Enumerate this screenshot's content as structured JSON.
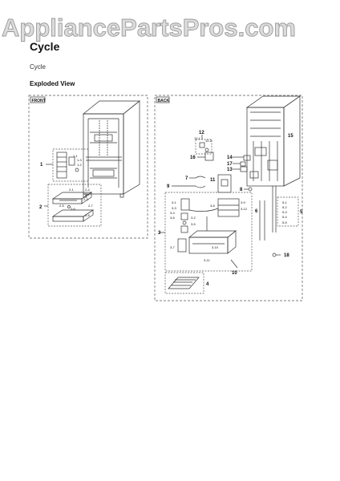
{
  "watermark": {
    "text": "AppliancePartsPros.com"
  },
  "page": {
    "title": "Cycle",
    "subtitle": "Cycle",
    "section_heading": "Exploded View"
  },
  "diagram": {
    "panel_front_label": "FRONT",
    "panel_back_label": "BACK",
    "front_callouts": {
      "c1": "1",
      "c2": "2",
      "c1_1": "1-1",
      "c1_3": "1-3",
      "c1_2": "1-2",
      "c2_1": "2-1",
      "c2_4": "2-4",
      "c2_2": "2-2",
      "c2_3": "2-3",
      "c2_5": "2-5",
      "c2_6": "2-6",
      "c2_7": "2-7",
      "c2_8": "2-8"
    },
    "back_callouts": {
      "c3": "3",
      "c4": "4",
      "c5": "5",
      "c6": "6",
      "c7": "7",
      "c8": "8",
      "c9": "9",
      "c10": "10",
      "c11": "11",
      "c12": "12",
      "c13": "13",
      "c14": "14",
      "c15": "15",
      "c16": "16",
      "c17": "17",
      "c18": "18",
      "c12_1": "12-1",
      "c12_2": "12-2",
      "c3_1": "3-1",
      "c3_3": "3-3",
      "c3_4": "3-4",
      "c3_5": "3-5",
      "c3_6": "3-6",
      "c3_7": "3-7",
      "c3_8": "3-8",
      "c3_9": "3-9",
      "c3_10": "3-10",
      "c3_11": "3-11",
      "c3_2": "3-2",
      "c3_12": "3-12",
      "c5_1": "5-1",
      "c5_2": "5-2",
      "c5_3": "5-3",
      "c5_4": "5-4",
      "c5_5": "5-5"
    }
  },
  "colors": {
    "line": "#333333",
    "dash": "#555555",
    "watermark_fill": "#dcdcdc",
    "watermark_stroke": "#9a9a9a"
  }
}
